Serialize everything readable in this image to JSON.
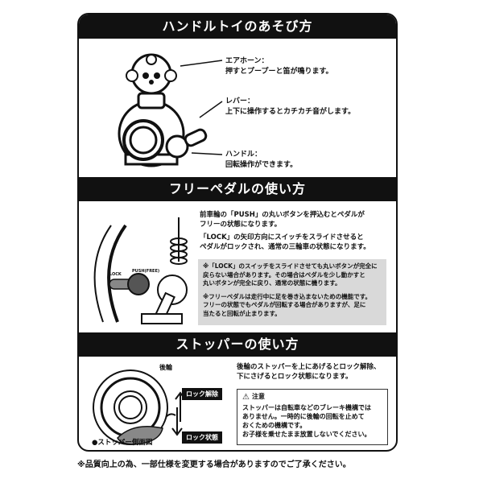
{
  "sections": {
    "handle": {
      "title": "ハンドルトイのあそび方",
      "air_horn": {
        "label": "エアホーン：",
        "desc": "押すとプープーと笛が鳴ります。"
      },
      "lever": {
        "label": "レバー：",
        "desc": "上下に操作するとカチカチ音がします。"
      },
      "handle": {
        "label": "ハンドル：",
        "desc": "回転操作ができます。"
      }
    },
    "free_pedal": {
      "title": "フリーペダルの使い方",
      "p1": [
        "前車輪の「PUSH」の丸いボタンを押込むとペダルが",
        "フリーの状態になります。"
      ],
      "p2": [
        "「LOCK」の矢印方向にスイッチをスライドさせると",
        "ペダルがロックされ、通常の三輪車の状態になります。"
      ],
      "note1": [
        "※「LOCK」のスイッチをスライドさせても丸いボタンが完全に",
        "戻らない場合があります。その場合はペダルを少し動かすと",
        "丸いボタンが完全に戻り、通常の状態に機ります。"
      ],
      "note2": [
        "※フリーペダルは走行中に足を巻き込まないための機能です。",
        "フリーの状態でもペダルが回転する場合がありますが、足に",
        "当たると回転が止まります。"
      ],
      "lock_label": "LOCK",
      "push_label": "PUSH(FREE)"
    },
    "stopper": {
      "title": "ストッパーの使い方",
      "rear_wheel": "後輪",
      "desc": [
        "後輪のストッパーを上にあげるとロック解除、",
        "下にさげるとロック状態になります。"
      ],
      "unlock_tag": "ロック解除",
      "lock_tag": "ロック状態",
      "side_view": "●ストッパー側面図",
      "caution_title": "注意",
      "caution": [
        "ストッパーは自転車などのブレーキ機構では",
        "ありません。一時的に後輪の回転を止めて",
        "おくための機構です。",
        "お子様を乗せたまま放置しないでください。"
      ]
    }
  },
  "footnote": "※品質向上の為、一部仕様を変更する場合がありますのでご了承ください。",
  "icons": [
    "warning-icon",
    "arrow-up-icon",
    "arrow-down-icon"
  ]
}
